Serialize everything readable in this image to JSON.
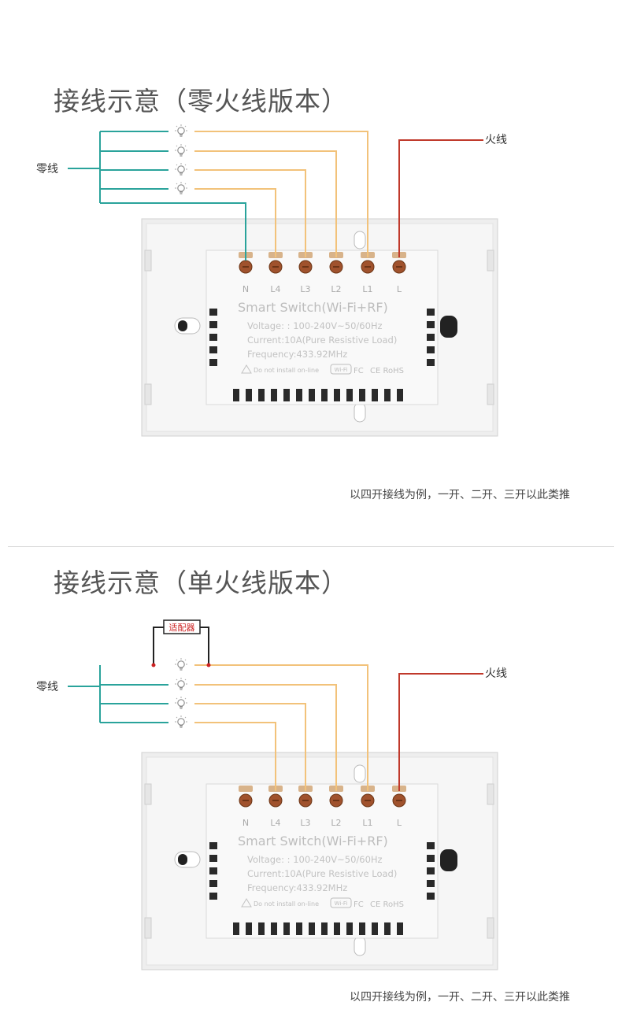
{
  "sections": [
    {
      "title": "接线示意（零火线版本）",
      "neutral_label": "零线",
      "live_label": "火线",
      "caption": "以四开接线为例，一开、二开、三开以此类推",
      "device": {
        "terminals": [
          "N",
          "L4",
          "L3",
          "L2",
          "L1",
          "L"
        ],
        "model": "Smart Switch(Wi-Fi+RF)",
        "voltage": "Voltage: : 100-240V~50/60Hz",
        "current": "Current:10A(Pure Resistive Load)",
        "frequency": "Frequency:433.92MHz",
        "warning": "Do not install on-line",
        "marks": "CE RoHS",
        "wifi_badge": "Wi-Fi",
        "fc_mark": "FC"
      }
    },
    {
      "title": "接线示意（单火线版本）",
      "neutral_label": "零线",
      "live_label": "火线",
      "adapter_label": "适配器",
      "caption": "以四开接线为例，一开、二开、三开以此类推",
      "device": {
        "terminals": [
          "N",
          "L4",
          "L3",
          "L2",
          "L1",
          "L"
        ],
        "model": "Smart Switch(Wi-Fi+RF)",
        "voltage": "Voltage: : 100-240V~50/60Hz",
        "current": "Current:10A(Pure Resistive Load)",
        "frequency": "Frequency:433.92MHz",
        "warning": "Do not install on-line",
        "marks": "CE RoHS",
        "wifi_badge": "Wi-Fi",
        "fc_mark": "FC"
      }
    }
  ],
  "colors": {
    "neutral_wire": "#2aa39b",
    "load_wire": "#f2c27a",
    "live_wire": "#c0392b",
    "terminal": "#a0522d",
    "adapter_dot": "#cc2222"
  },
  "icons": [
    "bulb-icon",
    "warning-icon"
  ]
}
